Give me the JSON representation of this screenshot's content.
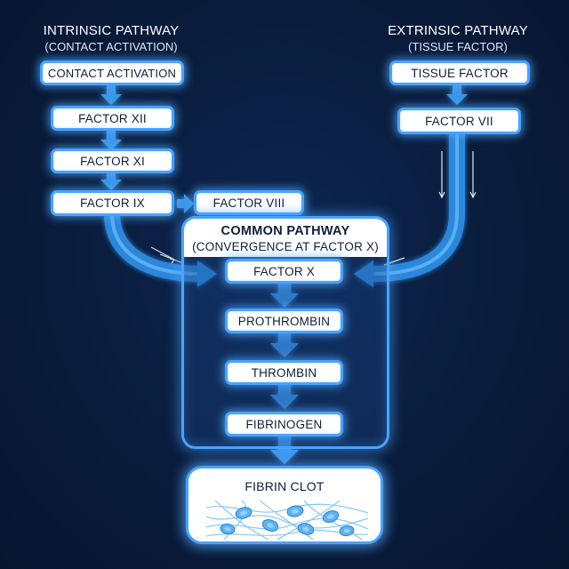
{
  "intrinsic": {
    "title": "INTRINSIC PATHWAY",
    "subtitle": "(CONTACT ACTIVATION)",
    "steps": [
      "CONTACT ACTIVATION",
      "FACTOR XII",
      "FACTOR XI",
      "FACTOR IX"
    ],
    "cofactor": "FACTOR VIII"
  },
  "extrinsic": {
    "title": "EXTRINSIC PATHWAY",
    "subtitle": "(TISSUE FACTOR)",
    "steps": [
      "TISSUE FACTOR",
      "FACTOR VII"
    ]
  },
  "common": {
    "title": "COMMON PATHWAY",
    "subtitle": "(CONVERGENCE AT FACTOR X)",
    "steps": [
      "FACTOR X",
      "PROTHROMBIN",
      "THROMBIN",
      "FIBRINOGEN"
    ]
  },
  "outcome": {
    "label": "FIBRIN CLOT",
    "illustration": "fibrin-mesh-with-cells"
  },
  "colors": {
    "background": "#0a1c3c",
    "accent": "#4aa3ff",
    "arrow": "#2f8de4",
    "node_fill": "#ffffff",
    "text_dark": "#0f1f38"
  }
}
